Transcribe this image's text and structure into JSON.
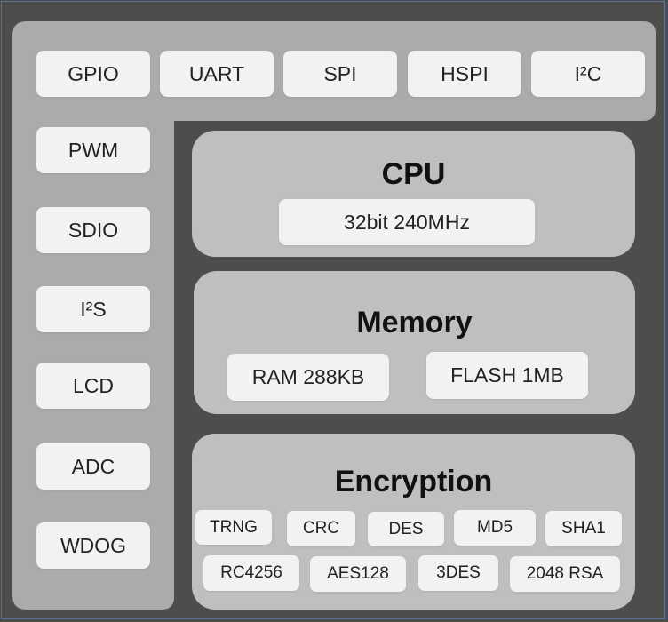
{
  "peripherals": {
    "top": [
      "GPIO",
      "UART",
      "SPI",
      "HSPI",
      "I²C"
    ],
    "left": [
      "PWM",
      "SDIO",
      "I²S",
      "LCD",
      "ADC",
      "WDOG"
    ]
  },
  "cpu": {
    "title": "CPU",
    "spec": "32bit 240MHz"
  },
  "memory": {
    "title": "Memory",
    "ram": "RAM 288KB",
    "flash": "FLASH 1MB"
  },
  "encryption": {
    "title": "Encryption",
    "row1": [
      "TRNG",
      "CRC",
      "DES",
      "MD5",
      "SHA1"
    ],
    "row2": [
      "RC4256",
      "AES128",
      "3DES",
      "2048 RSA"
    ]
  },
  "colors": {
    "background": "#4d4d4d",
    "peripheral_band": "#ababab",
    "panel": "#bfbfbf",
    "box": "#f2f2f2"
  }
}
